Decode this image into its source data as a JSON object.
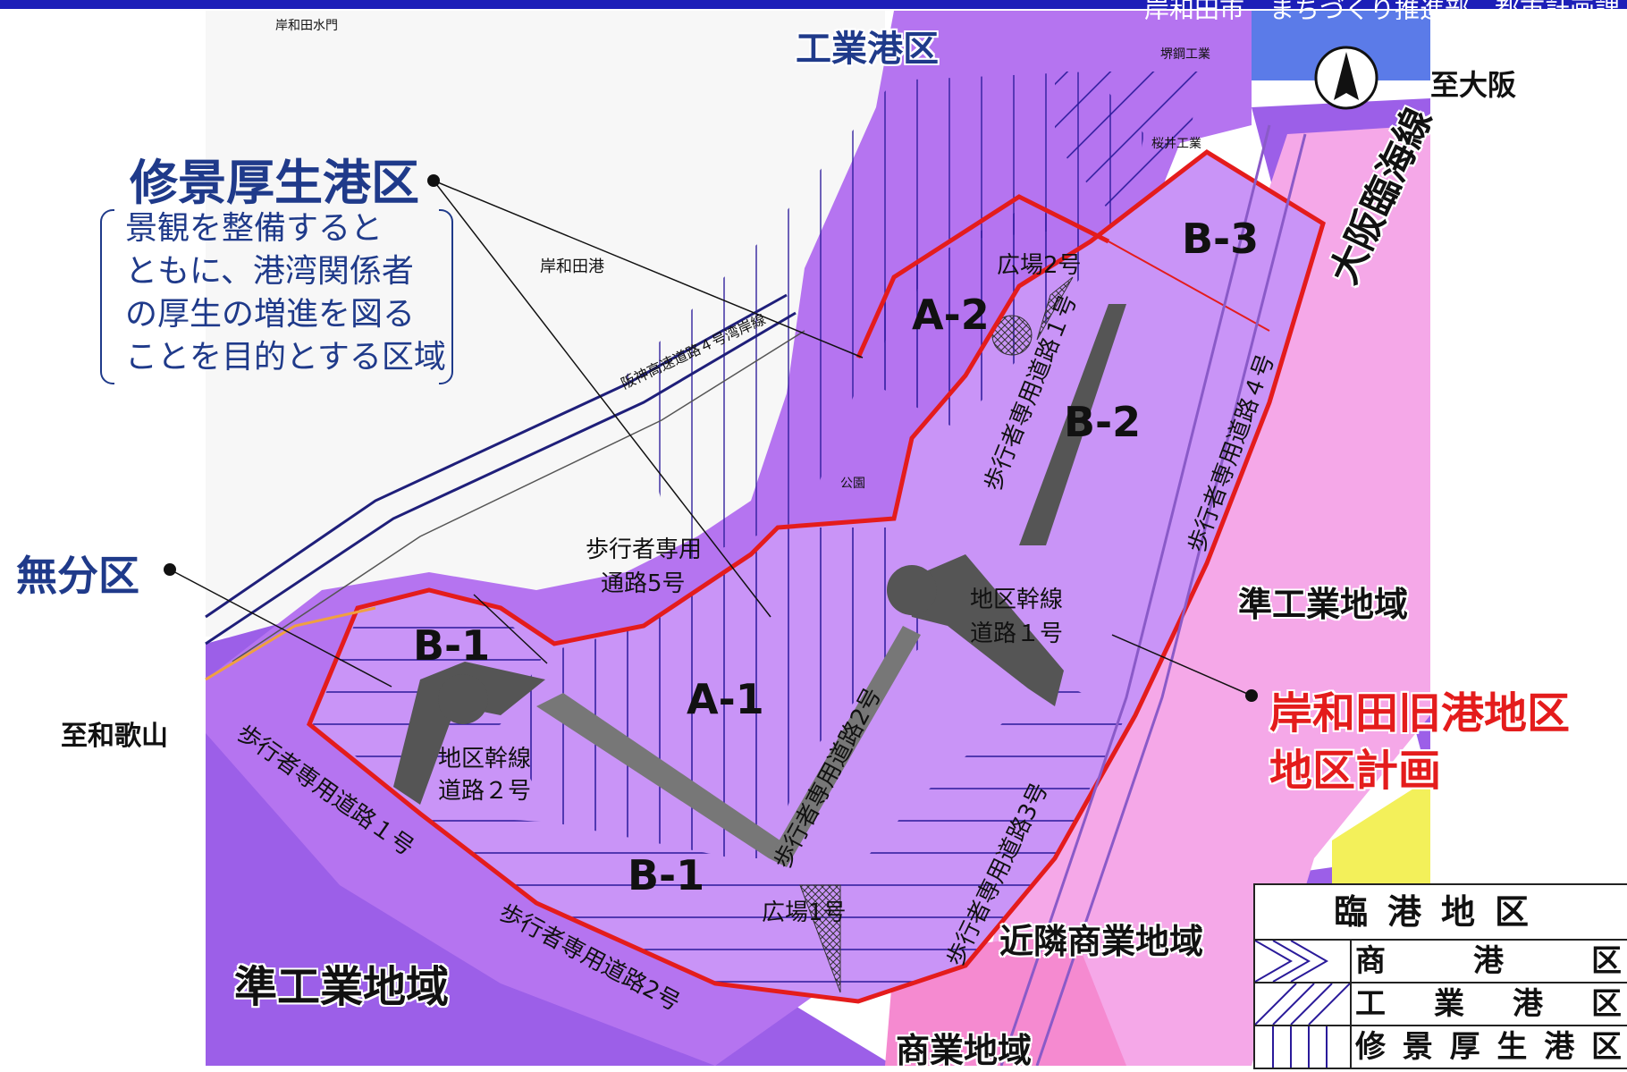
{
  "header": {
    "text": "岸和田市　まちづくり推進部　都市計画課",
    "bar_color": "#1d1fb8"
  },
  "colors": {
    "harbor_zone": "#b574f0",
    "harbor_zone_light": "#c994f7",
    "semi_industrial": "#9c5fe8",
    "commercial_near": "#f5a8e8",
    "commercial": "#f58ad0",
    "industrial_yellow": "#f3f05a",
    "blue_zone": "#5b7be8",
    "district_border": "#e41c1c",
    "road_gray": "#555555"
  },
  "labels": {
    "industrial_port": "工業港区",
    "to_osaka": "至大阪",
    "osaka_rinkai": "大阪臨海線",
    "shukei_title": "修景厚生港区",
    "shukei_desc": [
      "景観を整備すると",
      "ともに、港湾関係者",
      "の厚生の増進を図る",
      "ことを目的とする区域"
    ],
    "mubun": "無分区",
    "to_wakayama": "至和歌山",
    "semi_industrial_right": "準工業地域",
    "semi_industrial_left": "準工業地域",
    "near_commercial": "近隣商業地域",
    "commercial": "商業地域",
    "district_plan_1": "岸和田旧港地区",
    "district_plan_2": "地区計画",
    "port_name": "岸和田港",
    "water_gate": "岸和田水門",
    "expressway": "阪神高速道路４号湾岸線",
    "park": "公園",
    "factory_1": "堺鋼工業",
    "factory_2": "桜井工業"
  },
  "zones": {
    "a1": "A-1",
    "a2": "A-2",
    "b1_top": "B-1",
    "b1_bottom": "B-1",
    "b2": "B-2",
    "b3": "B-3"
  },
  "roads": {
    "plaza1": "広場1号",
    "plaza2": "広場2号",
    "ped1_right": "歩行者専用道路１号",
    "ped1_left": "歩行者専用道路１号",
    "ped2": "歩行者専用道路2号",
    "ped2_center": "歩行者専用道路2号",
    "ped3": "歩行者専用道路3号",
    "ped4": "歩行者専用道路４号",
    "ped5_line1": "歩行者専用",
    "ped5_line2": "通路5号",
    "trunk1_line1": "地区幹線",
    "trunk1_line2": "道路１号",
    "trunk2_line1": "地区幹線",
    "trunk2_line2": "道路２号"
  },
  "legend": {
    "title": "臨港地区",
    "rows": [
      "商港区",
      "工業港区",
      "修景厚生港区"
    ]
  }
}
